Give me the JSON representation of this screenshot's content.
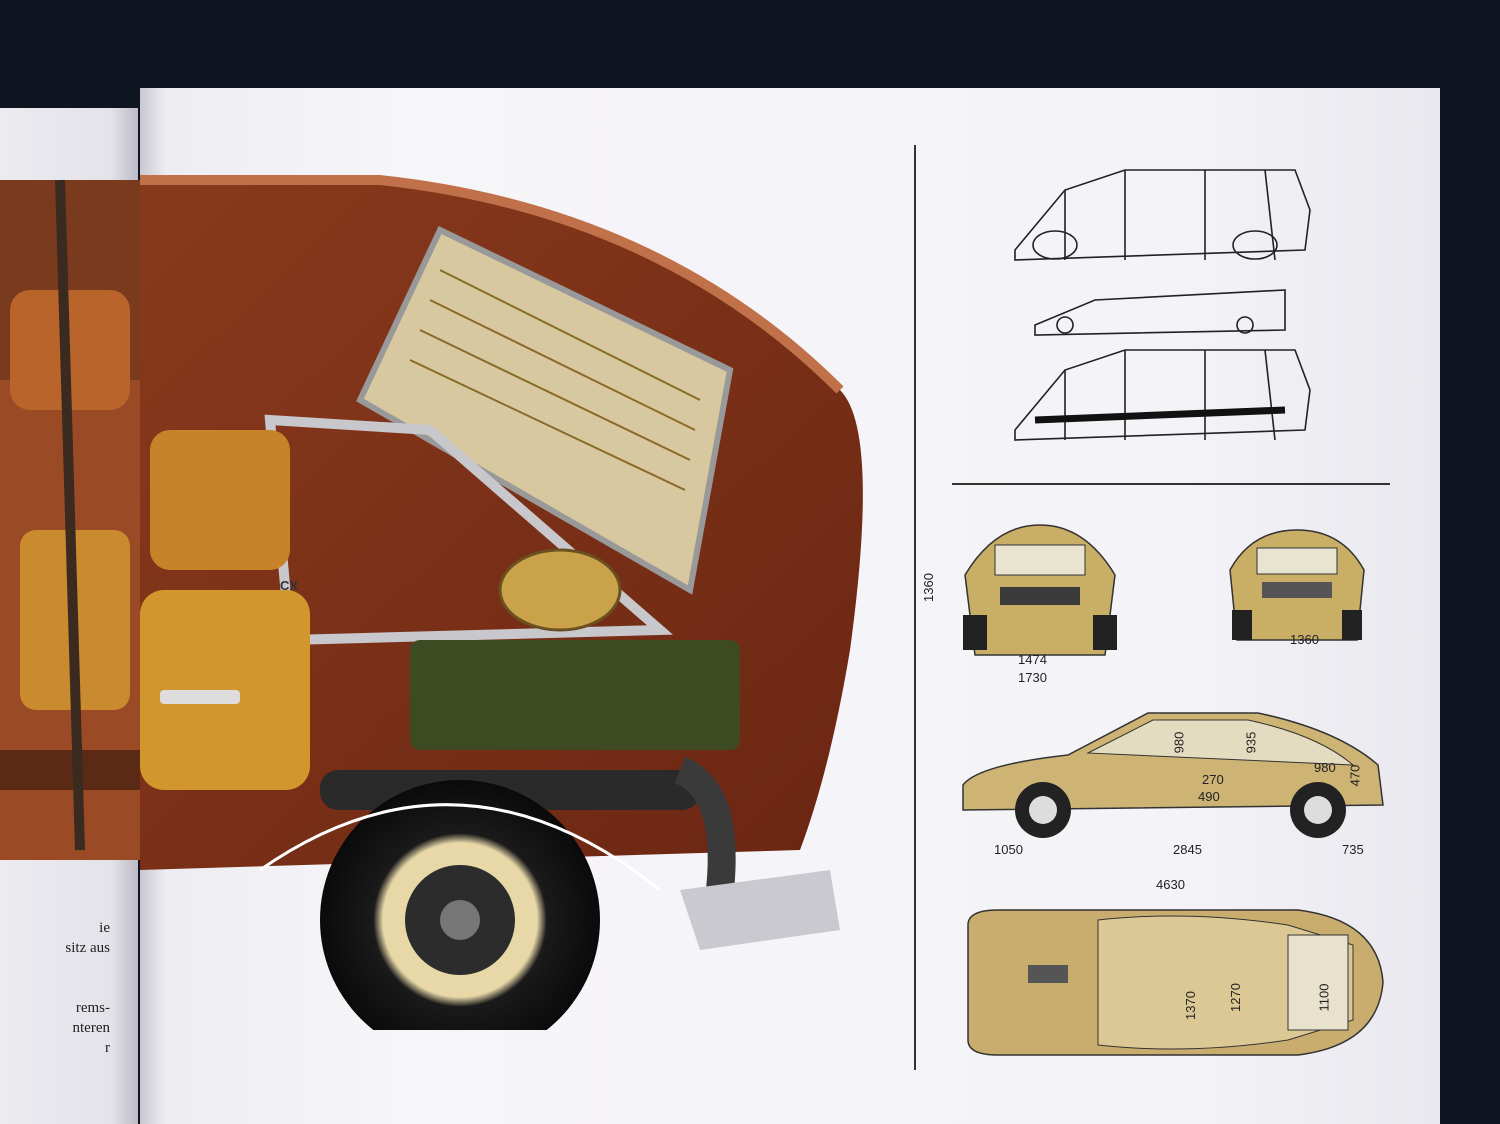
{
  "left_snippets": [
    "ie",
    "sitz aus",
    "rems-",
    "nteren",
    "r"
  ],
  "cutaway": {
    "badge": "CX"
  },
  "dimensions": {
    "front_height": "1360",
    "front_track": "1474",
    "width": "1730",
    "rear_track": "1360",
    "seat_a": "980",
    "seat_b": "935",
    "seat_c": "270",
    "seat_d": "490",
    "trunk_len": "980",
    "trunk_h": "470",
    "overhang_front": "1050",
    "wheelbase": "2845",
    "overhang_rear": "735",
    "length": "4630",
    "inner_w1": "1370",
    "inner_w2": "1270",
    "inner_w3": "1100"
  }
}
